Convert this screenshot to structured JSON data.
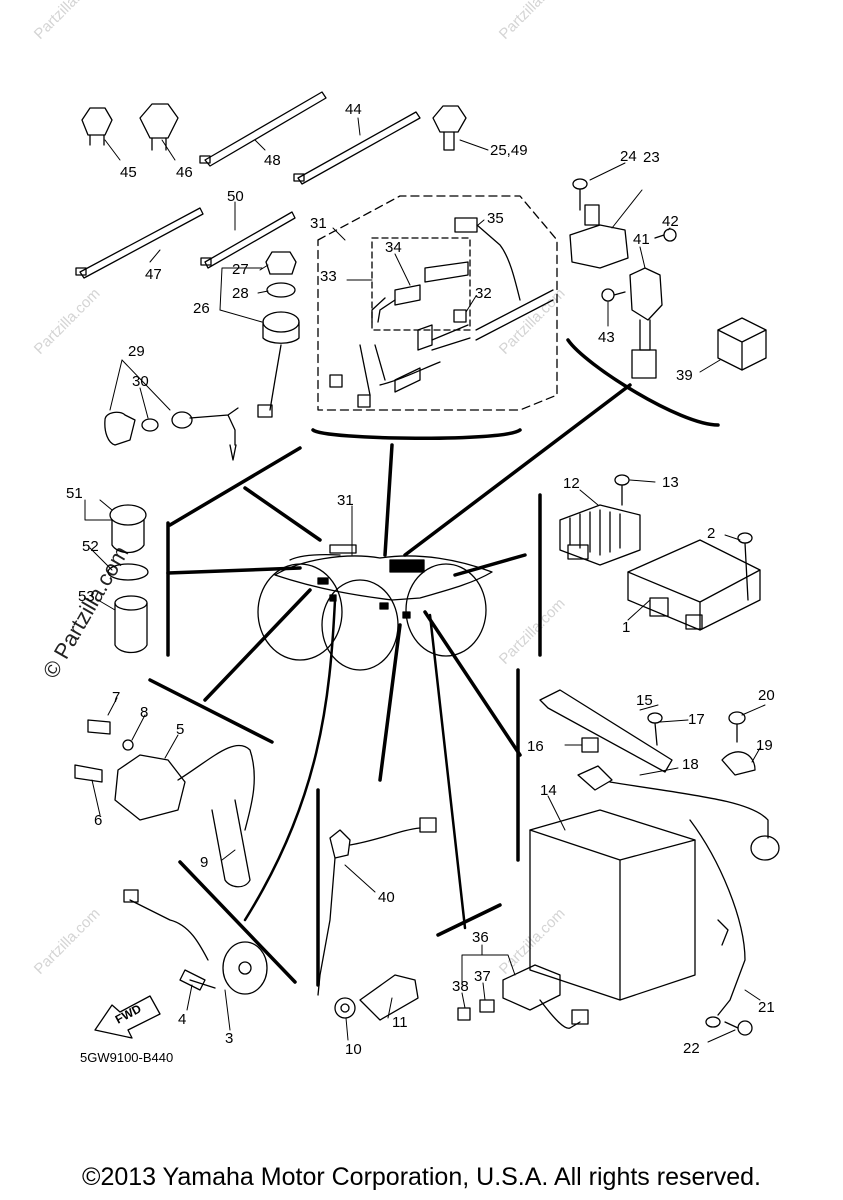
{
  "diagram": {
    "part_code": "5GW9100-B440",
    "fwd_label": "FWD",
    "watermark": "Partzilla.com",
    "watermark_symbol": "©",
    "callouts": {
      "c1": "1",
      "c2": "2",
      "c3": "3",
      "c4": "4",
      "c5": "5",
      "c6": "6",
      "c7": "7",
      "c8": "8",
      "c9": "9",
      "c10": "10",
      "c11": "11",
      "c12": "12",
      "c13": "13",
      "c14": "14",
      "c15": "15",
      "c16": "16",
      "c17": "17",
      "c18": "18",
      "c19": "19",
      "c20": "20",
      "c21": "21",
      "c22": "22",
      "c23": "23",
      "c24": "24",
      "c25_49": "25,49",
      "c26": "26",
      "c27": "27",
      "c28": "28",
      "c29": "29",
      "c30": "30",
      "c31a": "31",
      "c31b": "31",
      "c32": "32",
      "c33": "33",
      "c34": "34",
      "c35": "35",
      "c36": "36",
      "c37": "37",
      "c38": "38",
      "c39": "39",
      "c40": "40",
      "c41": "41",
      "c42": "42",
      "c43": "43",
      "c44": "44",
      "c45": "45",
      "c46": "46",
      "c47": "47",
      "c48": "48",
      "c50": "50",
      "c51": "51",
      "c52": "52",
      "c53": "53"
    }
  },
  "footer": {
    "copyright": "©2013 Yamaha Motor Corporation, U.S.A. All rights reserved."
  }
}
